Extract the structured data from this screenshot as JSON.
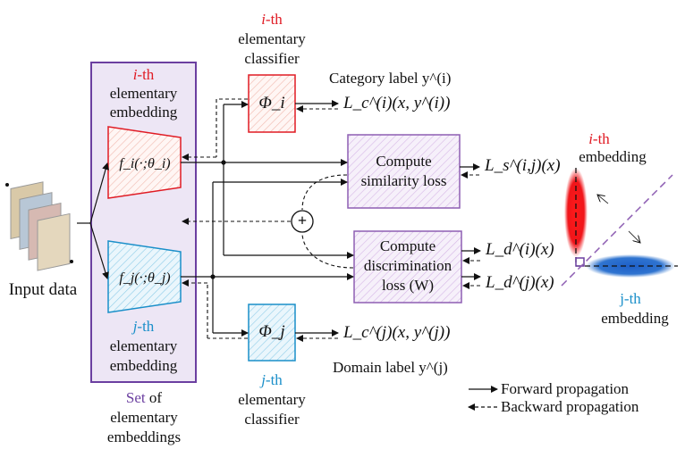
{
  "input": {
    "label": "Input data"
  },
  "embedding_set": {
    "i_prefix": "i",
    "i_suffix": "-th",
    "i_line2": "elementary",
    "i_line3": "embedding",
    "j_prefix": "j",
    "j_suffix": "-th",
    "j_line2": "elementary",
    "j_line3": "embedding",
    "set_word": "Set",
    "set_rest": " of",
    "set_line2": "elementary",
    "set_line3": "embeddings",
    "fi": "f_i(·;θ_i)",
    "fj": "f_j(·;θ_j)"
  },
  "classifier_i": {
    "title_prefix": "i",
    "title_suffix": "-th",
    "line2": "elementary",
    "line3": "classifier",
    "symbol": "Φ_i"
  },
  "classifier_j": {
    "title_prefix": "j",
    "title_suffix": "-th",
    "line2": "elementary",
    "line3": "classifier",
    "symbol": "Φ_j"
  },
  "category_label": "Category label y^(i)",
  "domain_label": "Domain label y^(j)",
  "loss_ci": "L_c^(i)(x, y^(i))",
  "loss_cj": "L_c^(j)(x, y^(j))",
  "similarity_box": {
    "line1": "Compute",
    "line2": "similarity loss"
  },
  "discrimination_box": {
    "line1": "Compute",
    "line2": "discrimination",
    "line3": "loss (W)"
  },
  "loss_s": "L_s^(i,j)(x)",
  "loss_di": "L_d^(i)(x)",
  "loss_dj": "L_d^(j)(x)",
  "plus_symbol": "+",
  "right_panel": {
    "i_prefix": "i",
    "i_suffix": "-th",
    "i_line2": "embedding",
    "j_line1": "j-th",
    "j_line2": "embedding"
  },
  "legend": {
    "forward": "Forward propagation",
    "backward": "Backward propagation"
  },
  "colors": {
    "red": "#e01b24",
    "blue": "#1a8fc9",
    "purple": "#6b3fa0",
    "box_fill": "#ede6f5"
  }
}
